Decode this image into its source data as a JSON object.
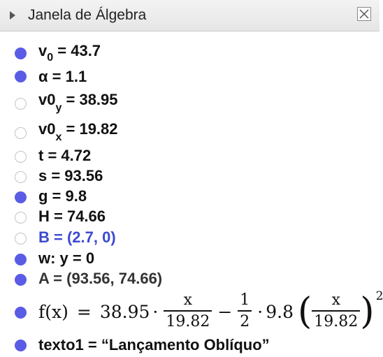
{
  "window": {
    "title": "Janela de Álgebra"
  },
  "items": {
    "v0": {
      "name": "v",
      "sub": "0",
      "rest": " = 43.7"
    },
    "alpha": {
      "text": "α = 1.1"
    },
    "v0y": {
      "name": "v0",
      "sub": "y",
      "rest": " = 38.95"
    },
    "v0x": {
      "name": "v0",
      "sub": "x",
      "rest": " = 19.82"
    },
    "t": {
      "text": "t = 4.72"
    },
    "s": {
      "text": "s = 93.56"
    },
    "g": {
      "text": "g = 9.8"
    },
    "H": {
      "text": "H = 74.66"
    },
    "B": {
      "text": "B = (2.7, 0)"
    },
    "w": {
      "text": "w: y = 0"
    },
    "A": {
      "text": "A = (93.56, 74.66)"
    },
    "f": {
      "lhs": "f(x)",
      "eq": "=",
      "coef1": "38.95",
      "dot1": "·",
      "frac1_num": "x",
      "frac1_den": "19.82",
      "minus": "−",
      "frac2_num": "1",
      "frac2_den": "2",
      "dot2": "·",
      "coef2": "9.8",
      "lparen": "(",
      "frac3_num": "x",
      "frac3_den": "19.82",
      "rparen": ")",
      "exp": "2"
    },
    "texto1": {
      "text": "texto1 = “Lançamento Oblíquo”"
    }
  },
  "colors": {
    "dot_on": "#5a5ce6",
    "point_text": "#3c4ad0"
  }
}
